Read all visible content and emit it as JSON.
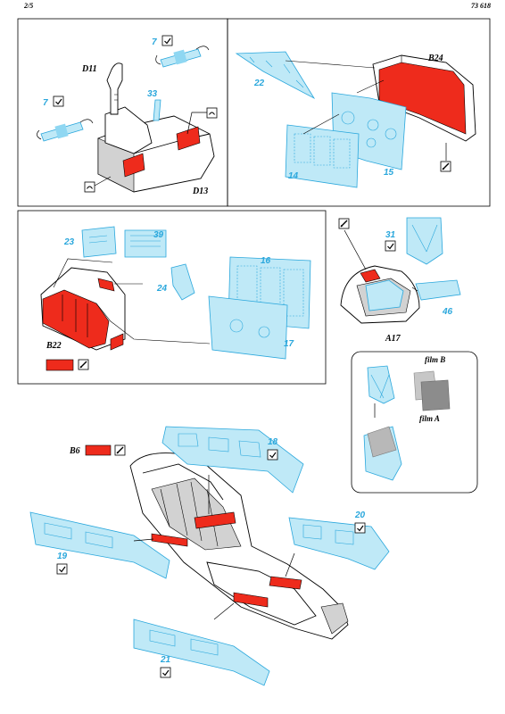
{
  "header": {
    "page": "2/5",
    "code": "73 618"
  },
  "panel_tl": {
    "labels": {
      "d11": "D11",
      "d13": "D13"
    },
    "parts": {
      "p7a": "7",
      "p7b": "7",
      "p33": "33"
    }
  },
  "panel_tr": {
    "labels": {
      "b24": "B24"
    },
    "parts": {
      "p22": "22",
      "p14": "14",
      "p15": "15"
    }
  },
  "panel_ml": {
    "labels": {
      "b22": "B22"
    },
    "parts": {
      "p23": "23",
      "p39": "39",
      "p24": "24",
      "p16": "16",
      "p17": "17"
    }
  },
  "panel_mr": {
    "labels": {
      "a17": "A17"
    },
    "parts": {
      "p31": "31",
      "p46": "46"
    }
  },
  "film": {
    "film_b": "film B",
    "film_a": "film A"
  },
  "bottom": {
    "labels": {
      "b6": "B6"
    },
    "parts": {
      "p18": "18",
      "p20": "20",
      "p19": "19",
      "p21": "21"
    }
  },
  "colors": {
    "paint_red": "#ee2b1c",
    "photo_etch_blue": "#2aa7dc",
    "photo_etch_fill": "#bfe9f7"
  },
  "icons": [
    "fold-icon",
    "bend-icon",
    "paint-swatch-icon"
  ]
}
